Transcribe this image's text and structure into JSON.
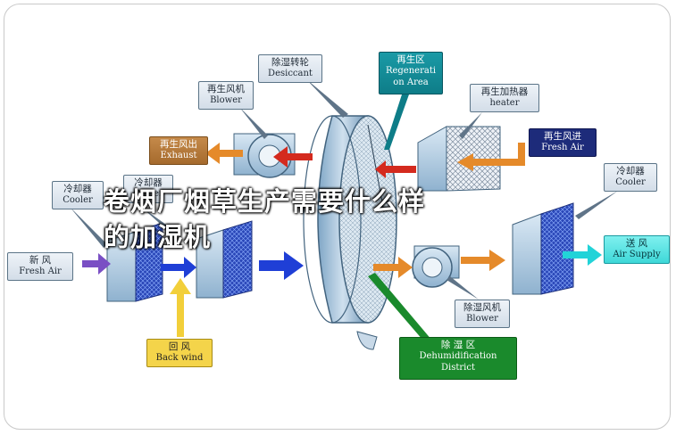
{
  "overlay_title": {
    "line1": "卷烟厂烟草生产需要什么样",
    "line2": "的加湿机"
  },
  "labels": {
    "desiccant": {
      "zh": "除湿转轮",
      "en": "Desiccant"
    },
    "regeneration": {
      "zh": "再生区",
      "en_line1": "Regenerati",
      "en_line2": "on Area"
    },
    "regen_blower": {
      "zh": "再生风机",
      "en": "Blower"
    },
    "regen_heater": {
      "zh": "再生加热器",
      "en": "heater"
    },
    "exhaust": {
      "zh": "再生风出",
      "en": "Exhaust"
    },
    "regen_fresh_air": {
      "zh": "再生风进",
      "en": "Fresh Air"
    },
    "cooler_left": {
      "zh": "冷却器",
      "en": "Cooler"
    },
    "cooler_left2": {
      "zh": "冷却器",
      "en": "Cooler"
    },
    "cooler_right": {
      "zh": "冷却器",
      "en": "Cooler"
    },
    "fresh_air": {
      "zh": "新    风",
      "en": "Fresh Air"
    },
    "air_supply": {
      "zh": "送  风",
      "en": "Air Supply"
    },
    "back_wind": {
      "zh": "回    风",
      "en": "Back wind"
    },
    "dehum_blower": {
      "zh": "除湿风机",
      "en": "Blower"
    },
    "dehum_district": {
      "zh": "除    湿    区",
      "en_line1": "Dehumidification",
      "en_line2": "District"
    }
  },
  "colors": {
    "arrow_red": "#d42a1e",
    "arrow_orange": "#e58a2a",
    "arrow_blue": "#1f3fd6",
    "arrow_cyan": "#22d3d8",
    "arrow_yellow": "#f2cf3a",
    "arrow_purple": "#7a4fc4",
    "wheel": "#9fbfd8",
    "unit": "#a9c6dc",
    "coil": "#2a47b8"
  },
  "icons": [
    "wheel",
    "blower-fan-icon",
    "cooler-coil-icon",
    "heater-coil-icon"
  ]
}
